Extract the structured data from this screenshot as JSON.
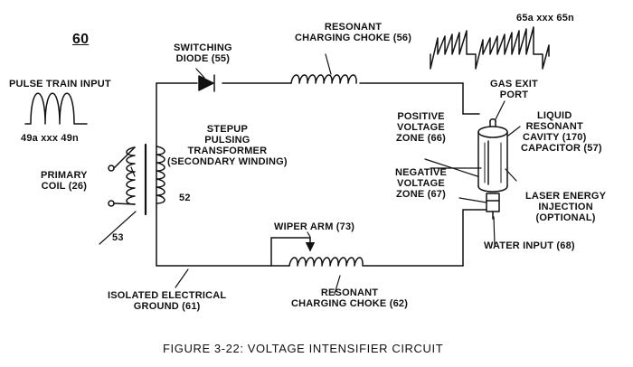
{
  "figure": {
    "ref": "60",
    "caption": "FIGURE 3-22: VOLTAGE INTENSIFIER CIRCUIT"
  },
  "labels": {
    "pulse_train_input": "PULSE TRAIN INPUT",
    "pulse_input_range": "49a xxx 49n",
    "primary_coil": "PRIMARY\nCOIL (26)",
    "core_ref": "53",
    "secondary_ref": "52",
    "transformer": "STEPUP\nPULSING\nTRANSFORMER\n(SECONDARY WINDING)",
    "switching_diode": "SWITCHING\nDIODE (55)",
    "choke_top": "RESONANT\nCHARGING CHOKE (56)",
    "output_pulse_range": "65a xxx 65n",
    "gas_exit_port": "GAS EXIT\nPORT",
    "positive_zone": "POSITIVE\nVOLTAGE\nZONE (66)",
    "cavity": "LIQUID\nRESONANT\nCAVITY (170)",
    "capacitor": "CAPACITOR (57)",
    "negative_zone": "NEGATIVE\nVOLTAGE\nZONE (67)",
    "laser": "LASER ENERGY\nINJECTION\n(OPTIONAL)",
    "water_input": "WATER INPUT (68)",
    "wiper_arm": "WIPER ARM (73)",
    "choke_bottom": "RESONANT\nCHARGING CHOKE (62)",
    "ground": "ISOLATED ELECTRICAL\nGROUND (61)"
  }
}
